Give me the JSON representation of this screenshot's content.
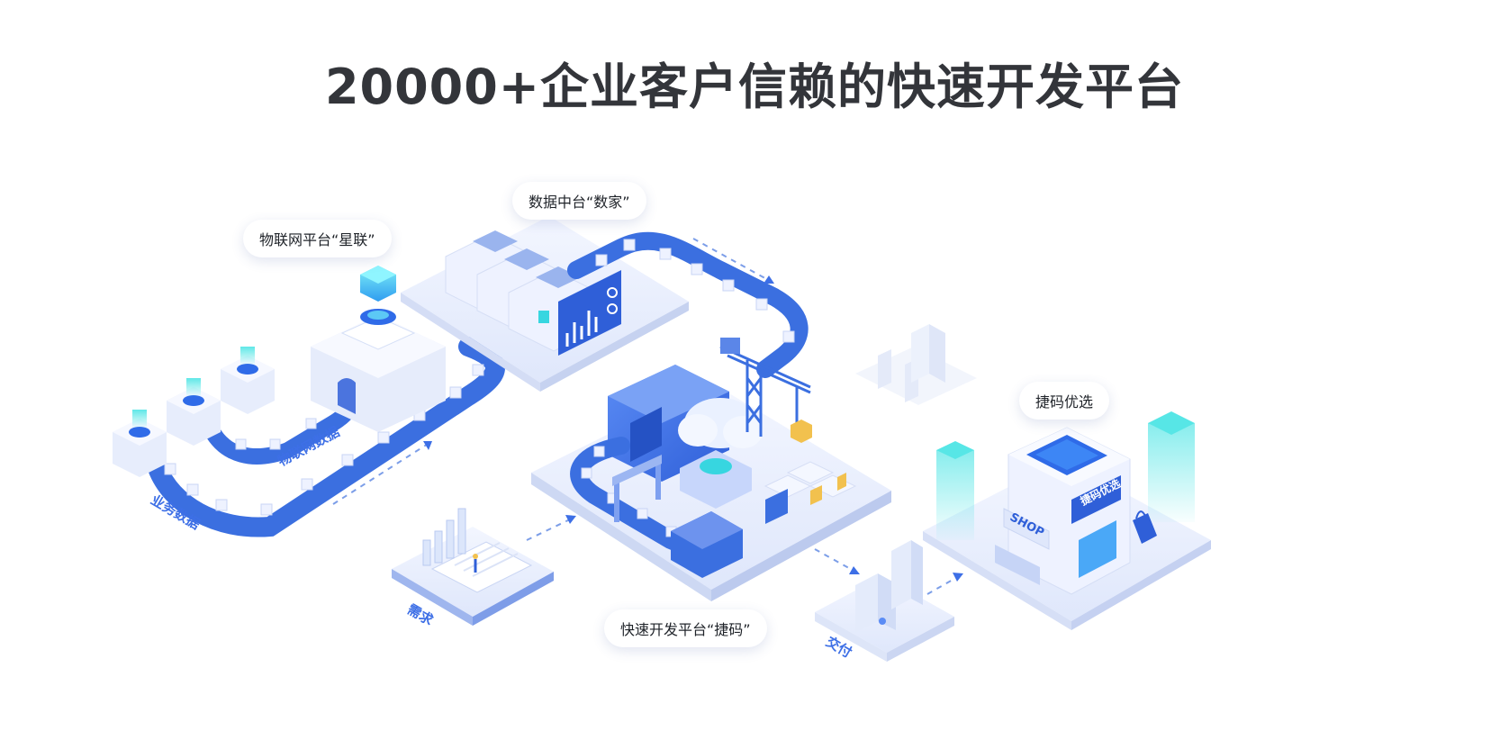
{
  "heading": "20000+企业客户信赖的快速开发平台",
  "labels": {
    "iot_platform": "物联网平台“星联”",
    "data_platform": "数据中台“数家”",
    "rapid_dev_platform": "快速开发平台“捷码”",
    "jiema_select": "捷码优选"
  },
  "flow_tags": {
    "business_data": "业务数据",
    "iot_data": "物联网数据",
    "requirements": "需求",
    "delivery": "交付"
  },
  "store_signs": {
    "shop": "SHOP",
    "store_name": "捷码优选"
  },
  "colors": {
    "primary_blue": "#3d6fe6",
    "belt_blue": "#3b6fe0",
    "cyan_glow": "#37d6e0",
    "heading": "#33353a"
  }
}
